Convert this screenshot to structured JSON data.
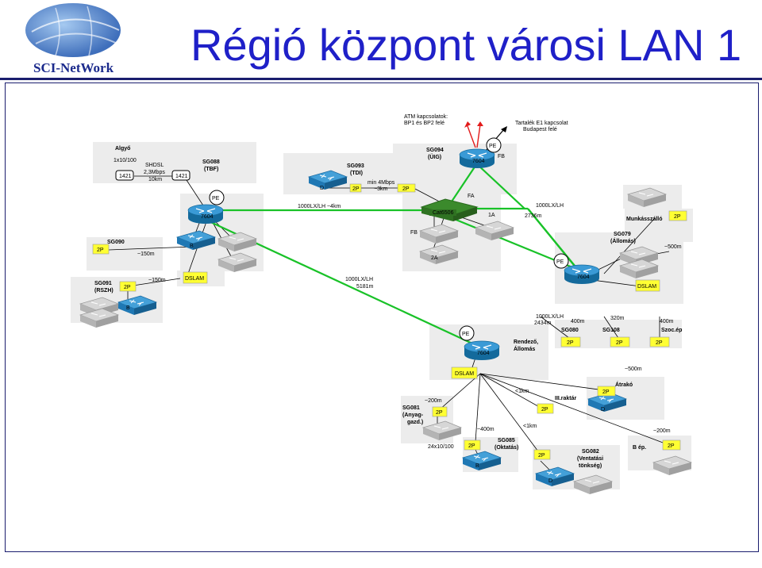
{
  "slide": {
    "title": "Régió központ városi LAN 1"
  },
  "logo": {
    "text": "SCI-NetWork"
  },
  "colors": {
    "title": "#1f20c8",
    "link": "#19c228",
    "yellow": "#ffff33",
    "router": "#1a8fc4",
    "site_bg": "#ececec"
  },
  "top": {
    "atm": [
      "ATM kapcsolatok:",
      "BP1 és BP2 felé"
    ],
    "backup": [
      "Tartalék E1 kapcsolat",
      "Budapest felé"
    ]
  },
  "labels": {
    "pe": "PE",
    "fb": "FB",
    "fa": "FA",
    "twop": "2P",
    "d": "D",
    "b": "B",
    "dslam": "DSLAM",
    "cat": "Cat6506",
    "one_a": "1A",
    "two_a": "2A",
    "modem": "1421"
  },
  "sites": {
    "algyo": "Algyő",
    "sg088": [
      "SG088",
      "(TBF)"
    ],
    "sg093": [
      "SG093",
      "(TDI)"
    ],
    "sg094": [
      "SG094",
      "(ÜIG)"
    ],
    "sg090": "SG090",
    "sg091": [
      "SG091",
      "(RSZH)"
    ],
    "munkas": "Munkásszálló",
    "sg079": [
      "SG079",
      "(Állomás)"
    ],
    "sg080": "SG080",
    "sg108": "SG108",
    "szoc": "Szoc.ép",
    "rendezo": [
      "Rendező,",
      "Állomás"
    ],
    "sg081": [
      "SG081",
      "(Anyag-",
      "gazd.)"
    ],
    "sg085": [
      "SG085",
      "(Oktatás)"
    ],
    "raktar": "III.raktár",
    "atrako": "Átrakó",
    "sg082": [
      "SG082",
      "(Ventatási",
      "tönkség)"
    ],
    "bep": "B ép."
  },
  "links": {
    "l1x10": "1x10/100",
    "shdsl": [
      "SHDSL",
      "2,3Mbps",
      "10km"
    ],
    "min4": [
      "min 4Mbps",
      "~3km"
    ],
    "lh4km": "1000LX/LH ~4km",
    "lh2736": "1000LX/LH",
    "d2736": "2736m",
    "lh5181": [
      "1000LX/LH",
      "5181m"
    ],
    "lh2434": [
      "1000LX/LH",
      "2434m"
    ],
    "d150a": "~150m",
    "d150b": "~150m",
    "d500a": "~500m",
    "d400a": "400m",
    "d320": "320m",
    "d400b": "400m",
    "d500b": "~500m",
    "d1kma": "<1km",
    "d1kmb": "<1km",
    "d200a": "~200m",
    "d400c": "~400m",
    "d200b": "~200m",
    "p24": "24x10/100"
  },
  "devices": {
    "r7604a": "7604",
    "r7604b": "7604",
    "r7604c": "7604",
    "r7604d": "7604"
  }
}
